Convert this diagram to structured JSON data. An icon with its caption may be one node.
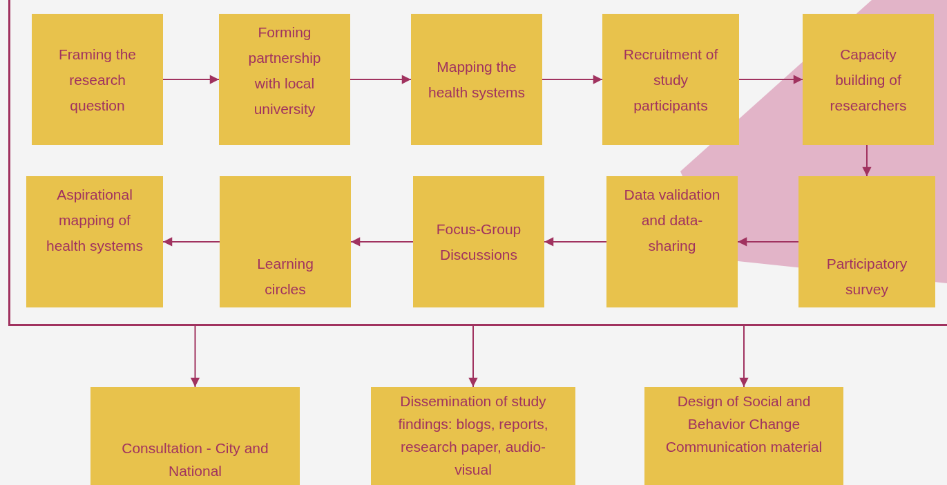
{
  "diagram": {
    "nodes": [
      {
        "text": [],
        "shape": "box"
      },
      {
        "text": [
          "Framing the research question"
        ],
        "in": 0
      },
      {
        "text": [
          "Forming partnership with local university"
        ],
        "in": 0
      },
      {
        "text": [
          "Mapping the health systems"
        ],
        "in": 0
      },
      {
        "text": [
          "Recruitment of study participants"
        ],
        "in": 0
      },
      {
        "text": [
          "Capacity building of researchers"
        ],
        "in": 0
      },
      {
        "text": [
          "Participatory survey"
        ],
        "in": 0
      },
      {
        "text": [
          "Data validation and data-sharing"
        ],
        "in": 0
      },
      {
        "text": [
          "Focus-Group Discussions"
        ],
        "in": 0
      },
      {
        "text": [
          "Learning circles"
        ],
        "in": 0
      },
      {
        "text": [
          "Aspirational mapping of health systems"
        ],
        "in": 0
      },
      {
        "text": [
          "Consultation - City and National"
        ]
      },
      {
        "text": [
          "Dissemination of study findings: blogs, reports, research paper, audio-visual"
        ]
      },
      {
        "text": [
          "Design of Social and Behavior Change Communication material"
        ]
      }
    ],
    "edges": [
      {
        "from": 1,
        "to": 2,
        "arrow": "to"
      },
      {
        "from": 2,
        "to": 3,
        "arrow": "to"
      },
      {
        "from": 3,
        "to": 4,
        "arrow": "to"
      },
      {
        "from": 4,
        "to": 5,
        "arrow": "to"
      },
      {
        "from": 5,
        "to": 6,
        "arrow": "to"
      },
      {
        "from": 6,
        "to": 7,
        "arrow": "to"
      },
      {
        "from": 7,
        "to": 8,
        "arrow": "to"
      },
      {
        "from": 8,
        "to": 9,
        "arrow": "to"
      },
      {
        "from": 9,
        "to": 10,
        "arrow": "to"
      },
      {
        "from": 0,
        "to": 11,
        "arrow": "to"
      },
      {
        "from": 0,
        "to": 12,
        "arrow": "to"
      },
      {
        "from": 0,
        "to": 13,
        "arrow": "to"
      }
    ]
  }
}
